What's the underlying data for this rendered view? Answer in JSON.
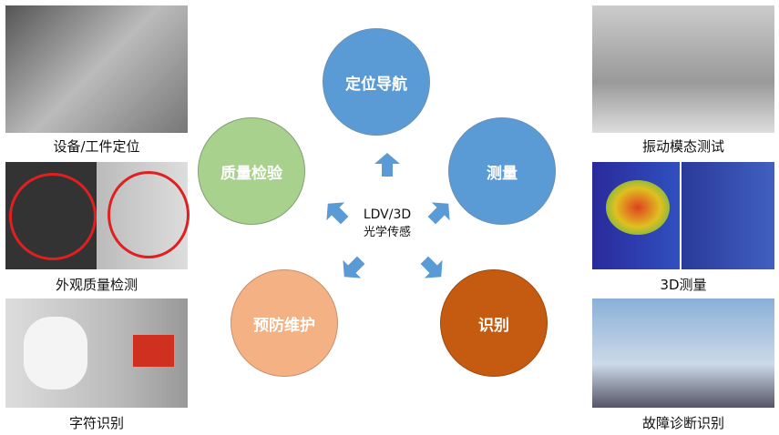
{
  "center": {
    "line1": "LDV/3D",
    "line2": "光学传感"
  },
  "circles": [
    {
      "label": "定位导航",
      "color": "#5b9bd5"
    },
    {
      "label": "测量",
      "color": "#5b9bd5"
    },
    {
      "label": "识别",
      "color": "#c55a11"
    },
    {
      "label": "预防维护",
      "color": "#f4b183"
    },
    {
      "label": "质量检验",
      "color": "#a9d18e"
    }
  ],
  "left_panels": [
    {
      "caption": "设备/工件定位"
    },
    {
      "caption": "外观质量检测"
    },
    {
      "caption": "字符识别"
    }
  ],
  "right_panels": [
    {
      "caption": "振动模态测试"
    },
    {
      "caption": "3D测量"
    },
    {
      "caption": "故障诊断识别"
    }
  ],
  "arrow_color": "#5b9bd5"
}
